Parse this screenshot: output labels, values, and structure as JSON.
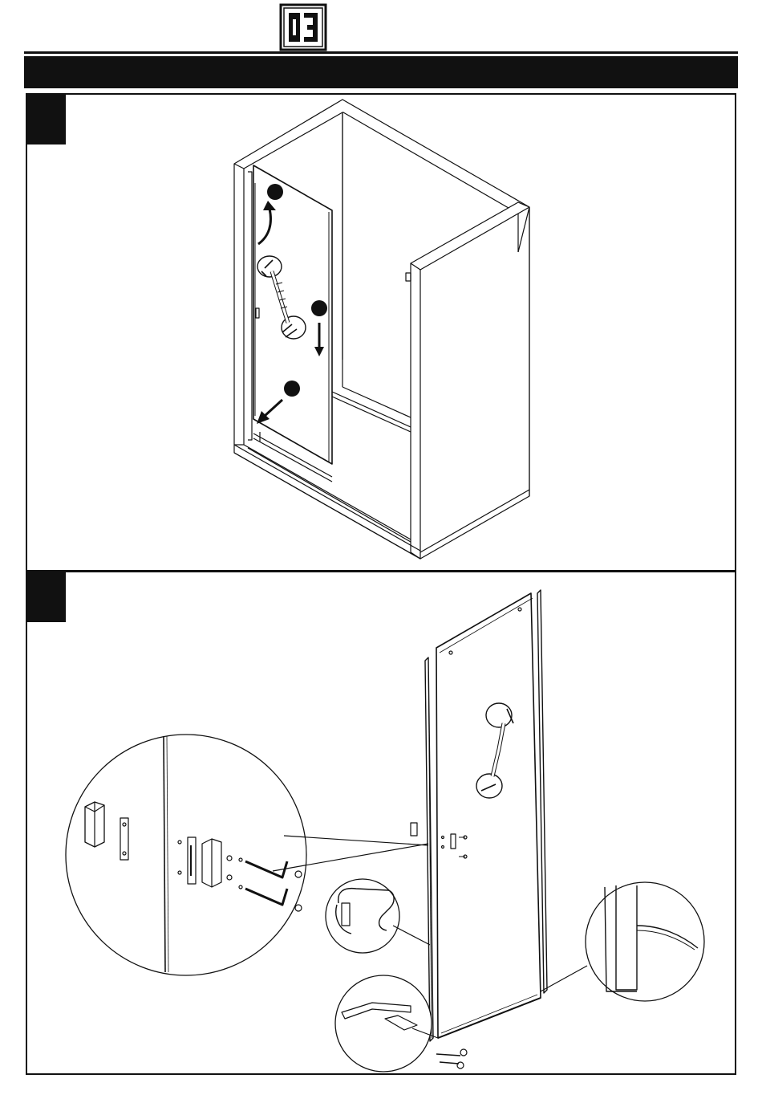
{
  "header": {
    "logo_icon": "brand-logo-icon",
    "title": ""
  },
  "steps": [
    {
      "number": "",
      "callouts": [
        {
          "label": "",
          "action": "rotate-up"
        },
        {
          "label": "",
          "action": "push-down"
        },
        {
          "label": "",
          "action": "slide-in"
        }
      ]
    },
    {
      "number": ""
    }
  ],
  "colors": {
    "ink": "#111111",
    "paper": "#ffffff"
  }
}
